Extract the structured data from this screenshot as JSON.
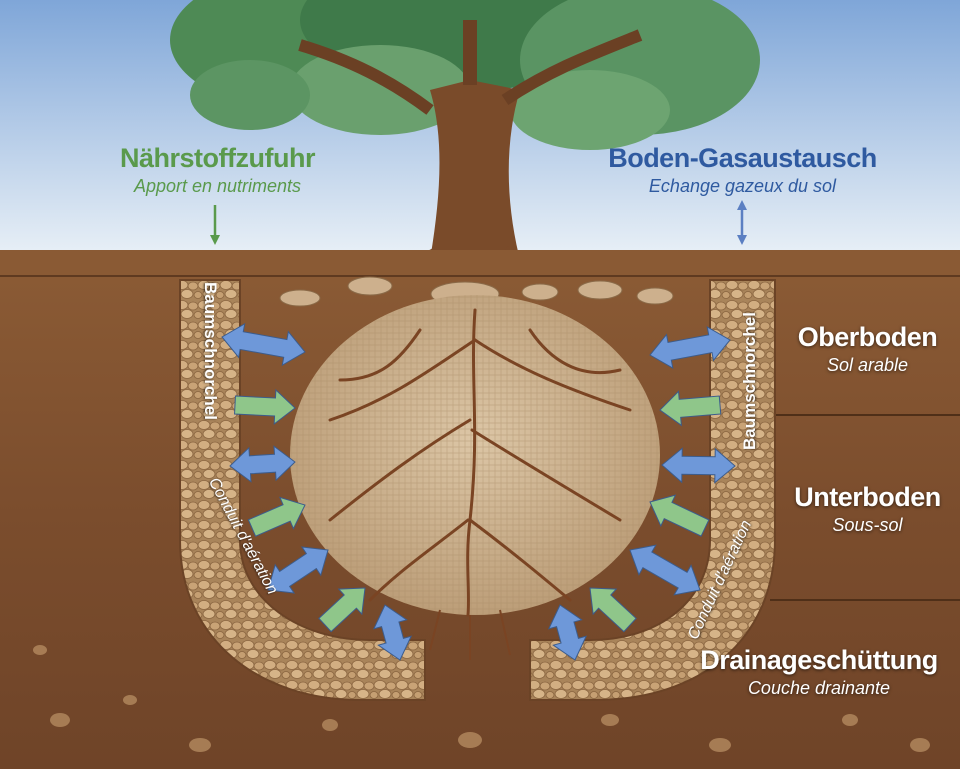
{
  "top_labels": {
    "nutrient": {
      "de": "Nährstoffzufuhr",
      "fr": "Apport en nutriments",
      "color": "#5a9a4c",
      "arrow": "down-arrow"
    },
    "gas": {
      "de": "Boden-Gasaustausch",
      "fr": "Echange gazeux du sol",
      "color": "#2f5aa0",
      "arrow": "up-down-arrow"
    }
  },
  "layers": {
    "topsoil": {
      "de": "Oberboden",
      "fr": "Sol arable"
    },
    "subsoil": {
      "de": "Unterboden",
      "fr": "Sous-sol"
    },
    "drainage": {
      "de": "Drainageschüttung",
      "fr": "Couche drainante"
    }
  },
  "snorkel": {
    "left_de": "Baumschnorchel",
    "left_fr": "Conduit d'aération",
    "right_de": "Baumschnorchel",
    "right_fr": "Conduit d'aération"
  },
  "colors": {
    "sky_top": "#7fa6d8",
    "sky_bottom": "#e9f0f7",
    "soil_top": "#8a5a34",
    "soil_sub": "#7a4c2c",
    "soil_deep": "#6e4326",
    "gravel": "#c9a47a",
    "rootball": "#cdb393",
    "arrow_blue": "#6e98d9",
    "arrow_green": "#8fc68a"
  }
}
